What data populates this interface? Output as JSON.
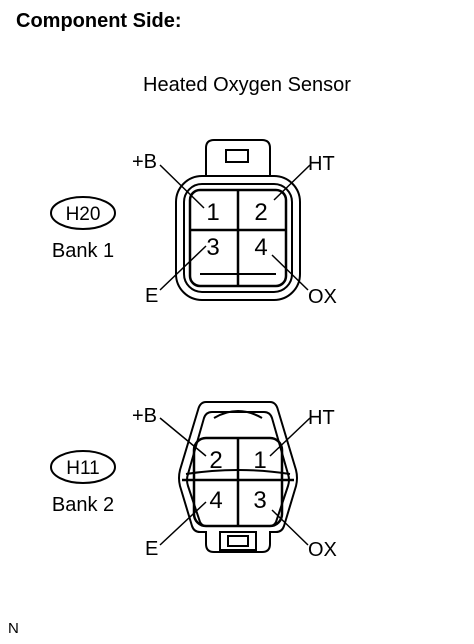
{
  "heading": "Component Side:",
  "subtitle": "Heated Oxygen Sensor",
  "footer": "N",
  "connectors": [
    {
      "code": "H20",
      "bank": "Bank 1",
      "pins": [
        "1",
        "2",
        "3",
        "4"
      ],
      "labels": {
        "top_left": "+B",
        "top_right": "HT",
        "bottom_left": "E",
        "bottom_right": "OX"
      }
    },
    {
      "code": "H11",
      "bank": "Bank 2",
      "pins": [
        "2",
        "1",
        "4",
        "3"
      ],
      "labels": {
        "top_left": "+B",
        "top_right": "HT",
        "bottom_left": "E",
        "bottom_right": "OX"
      }
    }
  ]
}
